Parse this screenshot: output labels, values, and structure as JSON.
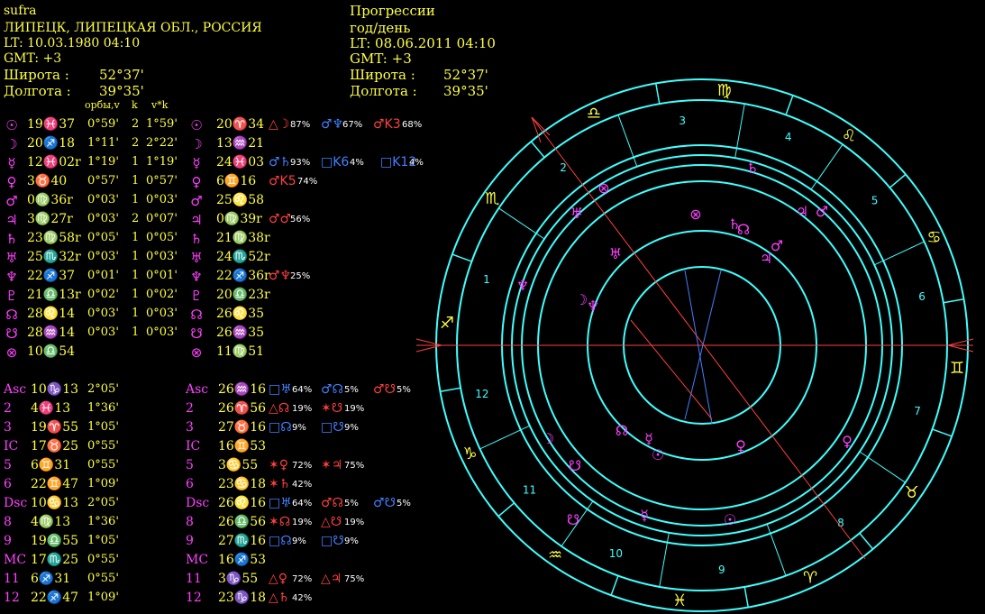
{
  "colors": {
    "natal": "#ffff40",
    "prog": "#ff40ff",
    "aspect_red": "#ff4040",
    "aspect_blue": "#4080ff",
    "wheel": "#40ffff",
    "signs": "#ffff40"
  },
  "natal": {
    "name": "sufra",
    "place": "ЛИПЕЦК, ЛИПЕЦКАЯ ОБЛ., РОССИЯ",
    "lt": "LT: 10.03.1980  04:10",
    "gmt": "GMT: +3",
    "lat_label": "Широта :",
    "lat": "52°37'",
    "lon_label": "Долгота :",
    "lon": "39°35'"
  },
  "prog": {
    "title": "Прогрессии",
    "subtitle": "год/день",
    "lt": "LT: 08.06.2011  04:10",
    "gmt": "GMT: +3",
    "lat_label": "Широта :",
    "lat": "52°37'",
    "lon_label": "Долгота :",
    "lon": "39°35'"
  },
  "table_header": {
    "orbs": "орбы,v",
    "k": "k",
    "vk": "v*k"
  },
  "planets": [
    {
      "icon": "sun-icon",
      "glyph": "☉",
      "natal": "19♓37",
      "orb": "0°59'",
      "k": "2",
      "vk": "1°59'",
      "prog": "20♈34",
      "asp": [
        {
          "g": "△☽",
          "p": "87%",
          "c": "r"
        },
        {
          "g": "♂♆",
          "p": "67%",
          "c": "b"
        },
        {
          "g": "♂K3",
          "p": "68%",
          "c": "r"
        }
      ]
    },
    {
      "icon": "moon-icon",
      "glyph": "☽",
      "natal": "20♐18",
      "orb": "1°11'",
      "k": "2",
      "vk": "2°22'",
      "prog": "13♒21",
      "asp": []
    },
    {
      "icon": "mercury-icon",
      "glyph": "☿",
      "natal": "12♓02r",
      "orb": "1°19'",
      "k": "1",
      "vk": "1°19'",
      "prog": "24♓03",
      "asp": [
        {
          "g": "♂♄",
          "p": "93%",
          "c": "b"
        },
        {
          "g": "□K6",
          "p": "4%",
          "c": "b"
        },
        {
          "g": "□K12",
          "p": "4%",
          "c": "b"
        }
      ]
    },
    {
      "icon": "venus-icon",
      "glyph": "♀",
      "natal": "3♉40",
      "orb": "0°57'",
      "k": "1",
      "vk": "0°57'",
      "prog": "6♊16",
      "asp": [
        {
          "g": "♂K5",
          "p": "74%",
          "c": "r"
        }
      ]
    },
    {
      "icon": "mars-icon",
      "glyph": "♂",
      "natal": "0♍36r",
      "orb": "0°03'",
      "k": "1",
      "vk": "0°03'",
      "prog": "25♌58",
      "asp": []
    },
    {
      "icon": "jupiter-icon",
      "glyph": "♃",
      "natal": "3♍27r",
      "orb": "0°03'",
      "k": "2",
      "vk": "0°07'",
      "prog": "0♍39r",
      "asp": [
        {
          "g": "♂♂",
          "p": "56%",
          "c": "r"
        }
      ]
    },
    {
      "icon": "saturn-icon",
      "glyph": "♄",
      "natal": "23♍58r",
      "orb": "0°05'",
      "k": "1",
      "vk": "0°05'",
      "prog": "21♍38r",
      "asp": []
    },
    {
      "icon": "uranus-icon",
      "glyph": "♅",
      "natal": "25♏32r",
      "orb": "0°03'",
      "k": "1",
      "vk": "0°03'",
      "prog": "24♏52r",
      "asp": []
    },
    {
      "icon": "neptune-icon",
      "glyph": "♆",
      "natal": "22♐37",
      "orb": "0°01'",
      "k": "1",
      "vk": "0°01'",
      "prog": "22♐36r",
      "asp": [
        {
          "g": "♂♆",
          "p": "25%",
          "c": "r"
        }
      ]
    },
    {
      "icon": "pluto-icon",
      "glyph": "♇",
      "natal": "21♎13r",
      "orb": "0°02'",
      "k": "1",
      "vk": "0°02'",
      "prog": "20♎23r",
      "asp": []
    },
    {
      "icon": "north-node-icon",
      "glyph": "☊",
      "natal": "28♌14",
      "orb": "0°03'",
      "k": "1",
      "vk": "0°03'",
      "prog": "26♌35",
      "asp": []
    },
    {
      "icon": "south-node-icon",
      "glyph": "☋",
      "natal": "28♒14",
      "orb": "0°03'",
      "k": "1",
      "vk": "0°03'",
      "prog": "26♒35",
      "asp": []
    },
    {
      "icon": "fortune-icon",
      "glyph": "⊗",
      "natal": "10♎54",
      "orb": "",
      "k": "",
      "vk": "",
      "prog": "11♍51",
      "asp": []
    }
  ],
  "houses_natal": [
    {
      "label": "Asc",
      "pos": "10♑13",
      "orb": "2°05'"
    },
    {
      "label": "2",
      "pos": "4♓13",
      "orb": "1°36'"
    },
    {
      "label": "3",
      "pos": "19♈55",
      "orb": "1°05'"
    },
    {
      "label": "IC",
      "pos": "17♉25",
      "orb": "0°55'"
    },
    {
      "label": "5",
      "pos": "6♊31",
      "orb": "0°55'"
    },
    {
      "label": "6",
      "pos": "22♊47",
      "orb": "1°09'"
    },
    {
      "label": "Dsc",
      "pos": "10♋13",
      "orb": "2°05'"
    },
    {
      "label": "8",
      "pos": "4♍13",
      "orb": "1°36'"
    },
    {
      "label": "9",
      "pos": "19♎55",
      "orb": "1°05'"
    },
    {
      "label": "MC",
      "pos": "17♏25",
      "orb": "0°55'"
    },
    {
      "label": "11",
      "pos": "6♐31",
      "orb": "0°55'"
    },
    {
      "label": "12",
      "pos": "22♐47",
      "orb": "1°09'"
    }
  ],
  "houses_prog": [
    {
      "label": "Asc",
      "pos": "26♒16",
      "asp": [
        {
          "g": "□♅",
          "p": "64%",
          "c": "b"
        },
        {
          "g": "♂☊",
          "p": "5%",
          "c": "b"
        },
        {
          "g": "♂☋",
          "p": "5%",
          "c": "r"
        }
      ]
    },
    {
      "label": "2",
      "pos": "26♈56",
      "asp": [
        {
          "g": "△☊",
          "p": "19%",
          "c": "r"
        },
        {
          "g": "✶☋",
          "p": "19%",
          "c": "r"
        }
      ]
    },
    {
      "label": "3",
      "pos": "27♉16",
      "asp": [
        {
          "g": "□☊",
          "p": "9%",
          "c": "b"
        },
        {
          "g": "□☋",
          "p": "9%",
          "c": "b"
        }
      ]
    },
    {
      "label": "IC",
      "pos": "16♊53",
      "asp": []
    },
    {
      "label": "5",
      "pos": "3♋55",
      "asp": [
        {
          "g": "✶♀",
          "p": "72%",
          "c": "r"
        },
        {
          "g": "✶♃",
          "p": "75%",
          "c": "r"
        }
      ]
    },
    {
      "label": "6",
      "pos": "23♋18",
      "asp": [
        {
          "g": "✶♄",
          "p": "42%",
          "c": "r"
        }
      ]
    },
    {
      "label": "Dsc",
      "pos": "26♌16",
      "asp": [
        {
          "g": "□♅",
          "p": "64%",
          "c": "b"
        },
        {
          "g": "♂☊",
          "p": "5%",
          "c": "r"
        },
        {
          "g": "♂☋",
          "p": "5%",
          "c": "b"
        }
      ]
    },
    {
      "label": "8",
      "pos": "26♎56",
      "asp": [
        {
          "g": "✶☊",
          "p": "19%",
          "c": "r"
        },
        {
          "g": "△☋",
          "p": "19%",
          "c": "r"
        }
      ]
    },
    {
      "label": "9",
      "pos": "27♏16",
      "asp": [
        {
          "g": "□☊",
          "p": "9%",
          "c": "b"
        },
        {
          "g": "□☋",
          "p": "9%",
          "c": "b"
        }
      ]
    },
    {
      "label": "MC",
      "pos": "16♐53",
      "asp": []
    },
    {
      "label": "11",
      "pos": "3♑55",
      "asp": [
        {
          "g": "△♀",
          "p": "72%",
          "c": "r"
        },
        {
          "g": "△♃",
          "p": "75%",
          "c": "r"
        }
      ]
    },
    {
      "label": "12",
      "pos": "23♑18",
      "asp": [
        {
          "g": "△♄",
          "p": "42%",
          "c": "r"
        }
      ]
    }
  ],
  "wheel": {
    "signs": [
      "♑",
      "♒",
      "♓",
      "♈",
      "♉",
      "♊",
      "♋",
      "♌",
      "♍",
      "♎",
      "♏",
      "♐"
    ],
    "house_numbers": [
      "1",
      "2",
      "3",
      "4",
      "5",
      "6",
      "7",
      "8",
      "9",
      "10",
      "11",
      "12"
    ],
    "outer_planets": [
      "♌",
      "♍",
      "♎"
    ],
    "natal_glyphs": [
      "☽",
      "♆",
      "♅",
      "♃",
      "♂",
      "⊗",
      "♄",
      "☊",
      "♀",
      "☿",
      "☉",
      "☋"
    ],
    "prog_glyphs": [
      "♀",
      "☿",
      "☉",
      "♄",
      "♂",
      "♃",
      "♆",
      "☽",
      "♅",
      "⊗",
      "☊",
      "☋"
    ]
  }
}
